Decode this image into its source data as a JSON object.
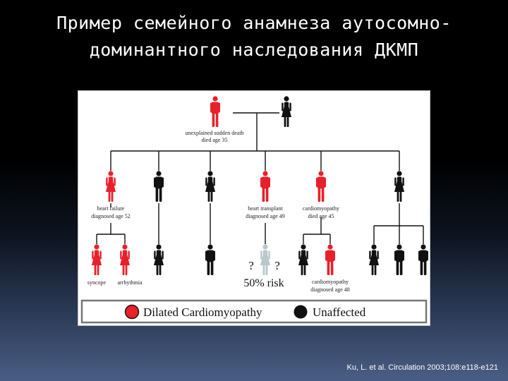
{
  "slide": {
    "title_line1": "Пример семейного анамнеза аутосомно-",
    "title_line2": "доминантного наследования ДКМП",
    "citation": "Ku, L. et al. Circulation 2003;108:e118-e121"
  },
  "colors": {
    "affected": "#e8202a",
    "unaffected": "#111111",
    "unknown": "#b8c8cc"
  },
  "pedigree": {
    "gen1_label_1": "unexplained sudden death",
    "gen1_label_2": "died age 35",
    "gen2_a_label_1": "heart failure",
    "gen2_a_label_2": "diagnosed age 52",
    "gen2_d_label_1": "heart transplant",
    "gen2_d_label_2": "diagnosed age 49",
    "gen2_e_label_1": "cardiomyopathy",
    "gen2_e_label_2": "died age 45",
    "gen3_a_label": "syncope",
    "gen3_b_label": "arrhythmia",
    "gen3_f_label_1": "cardiomyopathy",
    "gen3_f_label_2": "diagnosed age 48",
    "q_left": "?",
    "q_right": "?",
    "risk": "50% risk"
  },
  "legend": {
    "affected_label": "Dilated Cardiomyopathy",
    "unaffected_label": "Unaffected"
  }
}
